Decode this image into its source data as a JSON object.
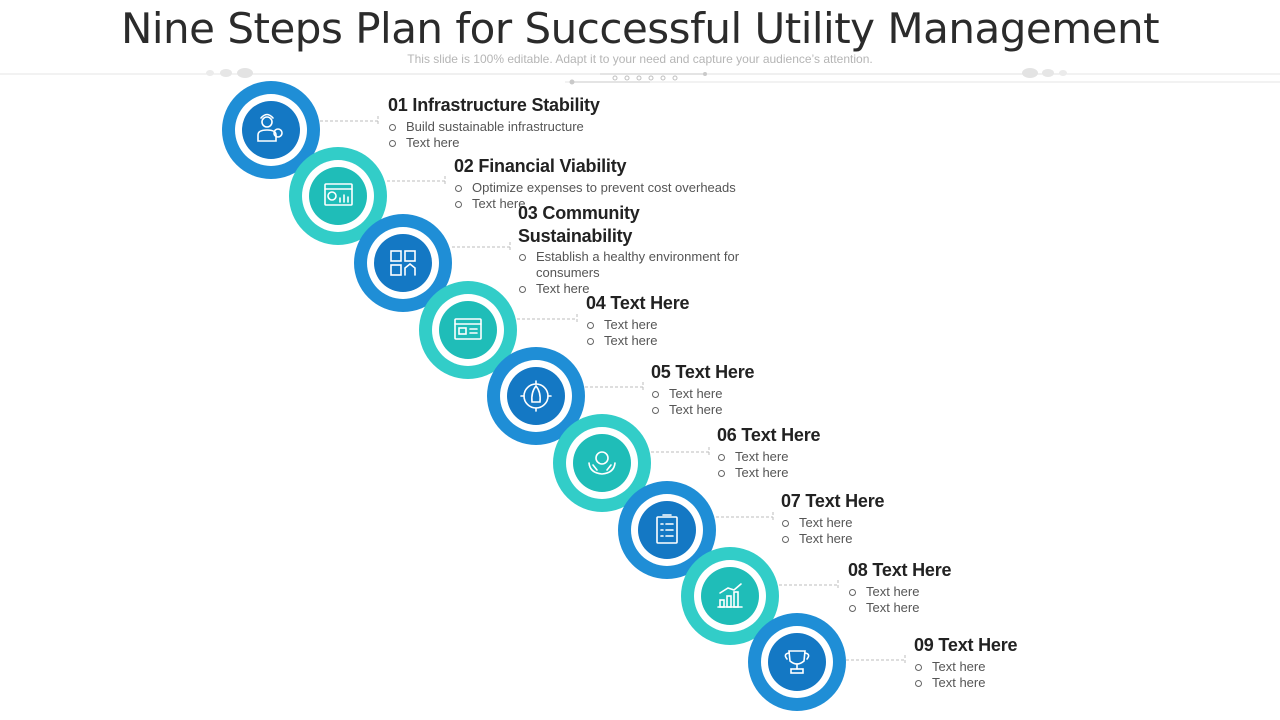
{
  "title": "Nine Steps Plan for Successful Utility Management",
  "subtitle": "This slide is 100% editable. Adapt it to your need and capture your audience’s attention.",
  "colors": {
    "blue": "#1f8ed6",
    "blue_dark": "#1478c4",
    "teal": "#32cdc8",
    "teal_dark": "#1fbdb8"
  },
  "steps": [
    {
      "heading": "01 Infrastructure Stability",
      "icon": "engineer-icon",
      "color": "blue",
      "bullets": [
        "Build sustainable infrastructure",
        "Text here"
      ]
    },
    {
      "heading": "02 Financial Viability",
      "icon": "financial-dashboard-icon",
      "color": "teal",
      "bullets": [
        "Optimize expenses to prevent  cost overheads",
        "Text here"
      ]
    },
    {
      "heading": "03 Community Sustainability",
      "icon": "buildings-icon",
      "color": "blue",
      "bullets": [
        "Establish a healthy environment for consumers",
        "Text here"
      ]
    },
    {
      "heading": "04 Text Here",
      "icon": "web-window-icon",
      "color": "teal",
      "bullets": [
        "Text here",
        "Text here"
      ]
    },
    {
      "heading": "05 Text Here",
      "icon": "rocket-gear-icon",
      "color": "blue",
      "bullets": [
        "Text here",
        "Text here"
      ]
    },
    {
      "heading": "06 Text Here",
      "icon": "money-hands-icon",
      "color": "teal",
      "bullets": [
        "Text here",
        "Text here"
      ]
    },
    {
      "heading": "07 Text Here",
      "icon": "checklist-icon",
      "color": "blue",
      "bullets": [
        "Text here",
        "Text here"
      ]
    },
    {
      "heading": "08 Text Here",
      "icon": "growth-chart-icon",
      "color": "teal",
      "bullets": [
        "Text here",
        "Text here"
      ]
    },
    {
      "heading": "09 Text Here",
      "icon": "trophy-icon",
      "color": "blue",
      "bullets": [
        "Text here",
        "Text here"
      ]
    }
  ]
}
